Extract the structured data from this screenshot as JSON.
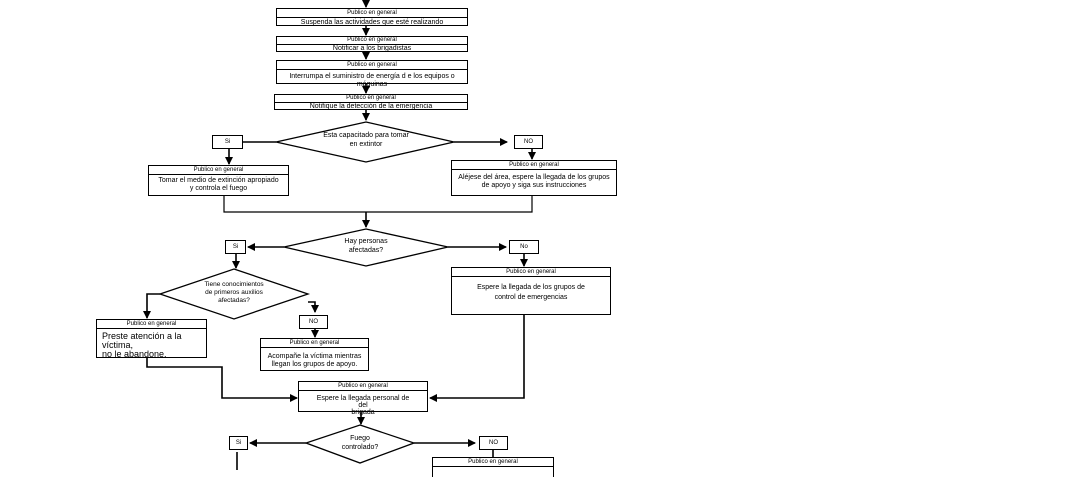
{
  "header_label": "Publico en general",
  "steps": {
    "suspend": "Suspenda las actividades que esté realizando",
    "notify_brig": "Notificar a los brigadistas",
    "cut_power": "Interrumpa el suministro de energía d e los equipos o  máquinas",
    "notify_emerg": "Notifique la detección de la emergencia",
    "use_extinguisher": "Tomar el medio de extinción apropiado\ny controla el fuego",
    "leave_area": "Aléjese del  área, espere la llegada de los grupos\nde apoyo y siga sus instrucciones",
    "wait_groups": "Espere la llegada de los grupos de\ncontrol de emergencias",
    "attend_victim": "Preste atención a la víctima,\nno le      abandone.",
    "accompany_victim": "Acompañe la víctima mientras\nllegan los grupos de apoyo.",
    "wait_brigade": "Espere la llegada   personal de\ndel\nbrigada"
  },
  "decisions": {
    "trained": "Esta capacitado para tomar\nen extintor",
    "affected": "Hay personas\nafectadas?",
    "first_aid": "Tiene conocimientos\nde primeros auxilios\nafectadas?",
    "controlled": "Fuego\ncontrolado?"
  },
  "answers": {
    "si_1": "Si",
    "no_1": "NO",
    "si_2": "Si",
    "no_2": "No",
    "no_3": "NO",
    "si_4": "Si",
    "no_4": "NO"
  }
}
